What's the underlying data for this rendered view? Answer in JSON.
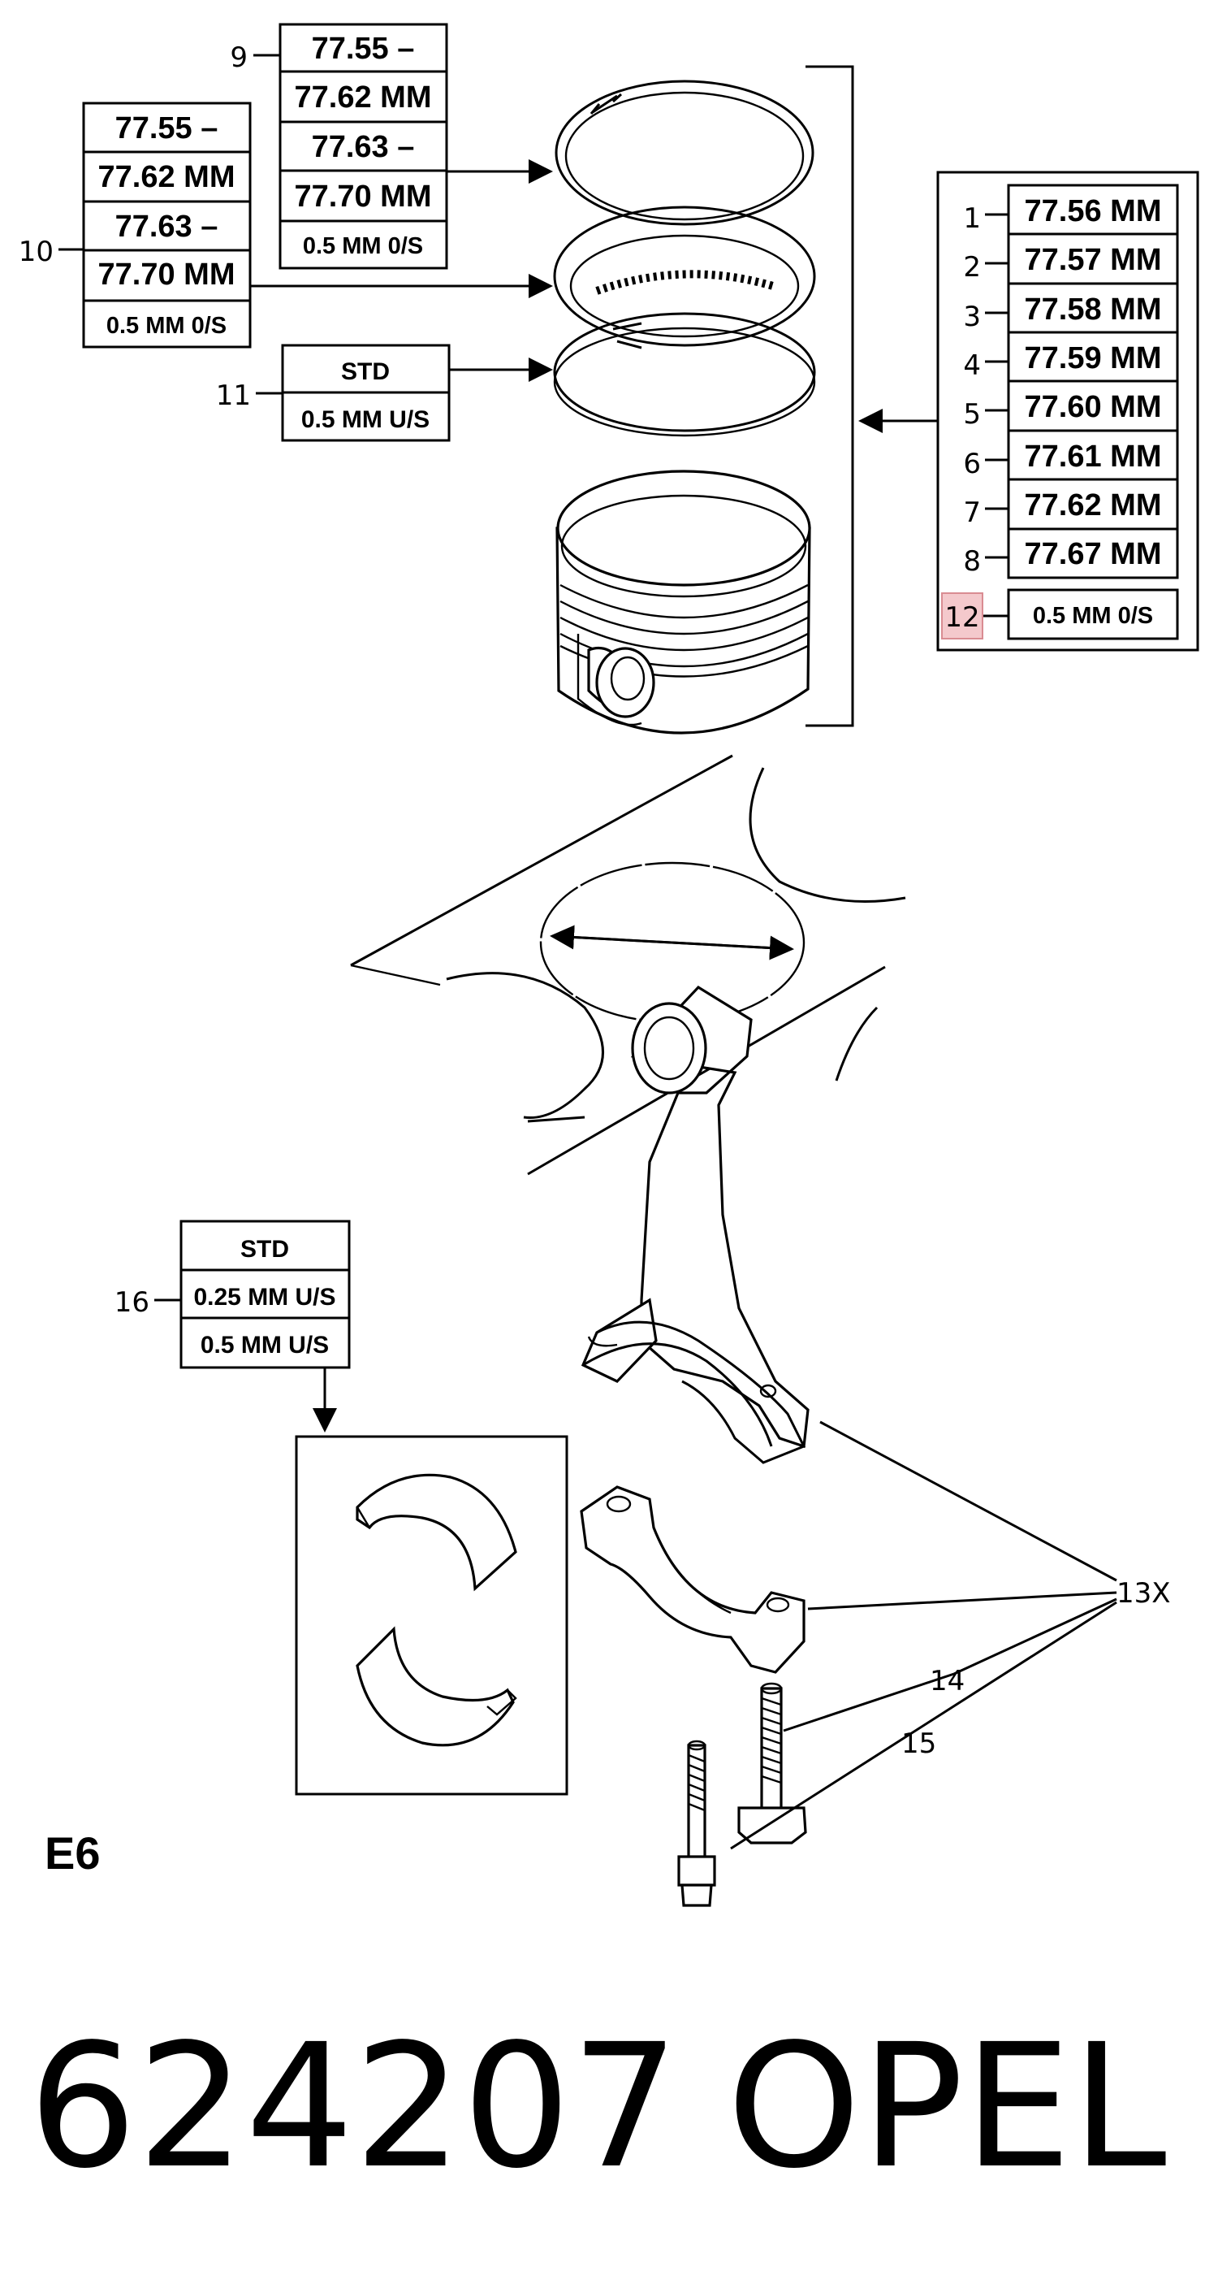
{
  "callouts": {
    "c1": "1",
    "c2": "2",
    "c3": "3",
    "c4": "4",
    "c5": "5",
    "c6": "6",
    "c7": "7",
    "c8": "8",
    "c9": "9",
    "c10": "10",
    "c11": "11",
    "c12": "12",
    "c13": "13X",
    "c14": "14",
    "c15": "15",
    "c16": "16"
  },
  "ring9": [
    "77.55 –",
    "77.62 MM",
    "77.63 –",
    "77.70 MM",
    "0.5 MM 0/S"
  ],
  "ring10": [
    "77.55 –",
    "77.62 MM",
    "77.63 –",
    "77.70 MM",
    "0.5 MM 0/S"
  ],
  "ring11": [
    "STD",
    "0.5 MM U/S"
  ],
  "piston": [
    "77.56 MM",
    "77.57 MM",
    "77.58 MM",
    "77.59 MM",
    "77.60 MM",
    "77.61 MM",
    "77.62 MM",
    "77.67 MM",
    "0.5 MM 0/S"
  ],
  "bearing16": [
    "STD",
    "0.25 MM U/S",
    "0.5 MM U/S"
  ],
  "section_code": "E6",
  "part_number": "624207",
  "brand": "OPEL",
  "colors": {
    "highlight": "#f4c9cc",
    "highlight_border": "#d98c92"
  }
}
